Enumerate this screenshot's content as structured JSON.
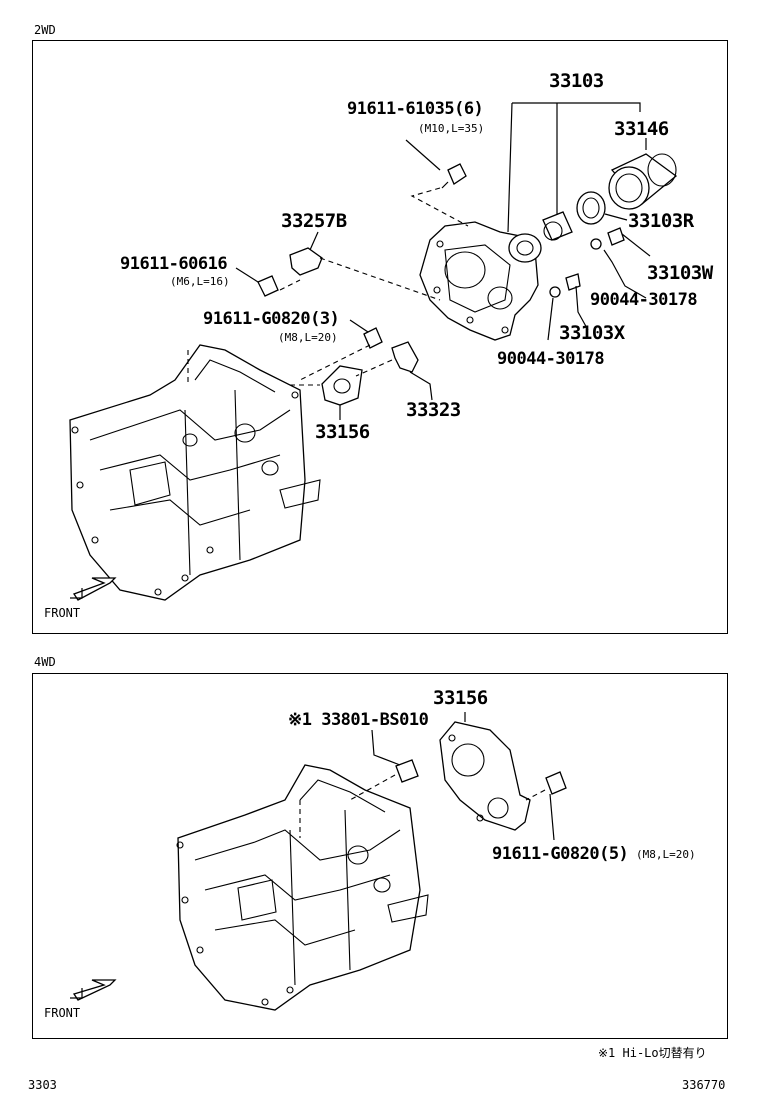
{
  "sections": {
    "top": {
      "label": "2WD",
      "front": "FRONT",
      "parts": {
        "p33103": "33103",
        "p33146": "33146",
        "p33103R": "33103R",
        "p33103W": "33103W",
        "p90044_a": "90044-30178",
        "p33103X": "33103X",
        "p90044_b": "90044-30178",
        "p91611_61035": "91611-61035(6)",
        "p91611_61035_spec": "(M10,L=35)",
        "p33257B": "33257B",
        "p91611_60616": "91611-60616",
        "p91611_60616_spec": "(M6,L=16)",
        "p91611_G0820_3": "91611-G0820(3)",
        "p91611_G0820_3_spec": "(M8,L=20)",
        "p33323": "33323",
        "p33156": "33156"
      }
    },
    "bottom": {
      "label": "4WD",
      "front": "FRONT",
      "parts": {
        "p33156": "33156",
        "p33801": "※1 33801-BS010",
        "p91611_G0820_5": "91611-G0820(5)",
        "p91611_G0820_5_spec": "(M8,L=20)"
      },
      "footnote": "※1 Hi-Lo切替有り"
    }
  },
  "footer": {
    "left": "3303",
    "right": "336770"
  }
}
